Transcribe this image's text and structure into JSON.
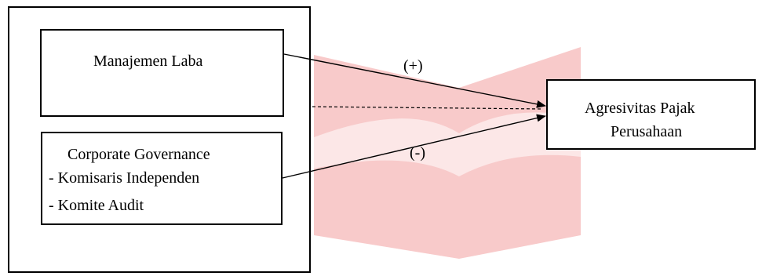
{
  "diagram": {
    "independent": {
      "earnings_management": "Manajemen Laba",
      "corporate_governance": {
        "title": "Corporate Governance",
        "items": [
          "- Komisaris Independen",
          "- Komite Audit"
        ]
      }
    },
    "dependent": {
      "line1": "Agresivitas Pajak",
      "line2": "Perusahaan"
    },
    "relations": {
      "laba_sign": "(+)",
      "cg_sign": "(-)"
    },
    "colors": {
      "watermark": "#f5b8b8",
      "line": "#000000"
    }
  }
}
